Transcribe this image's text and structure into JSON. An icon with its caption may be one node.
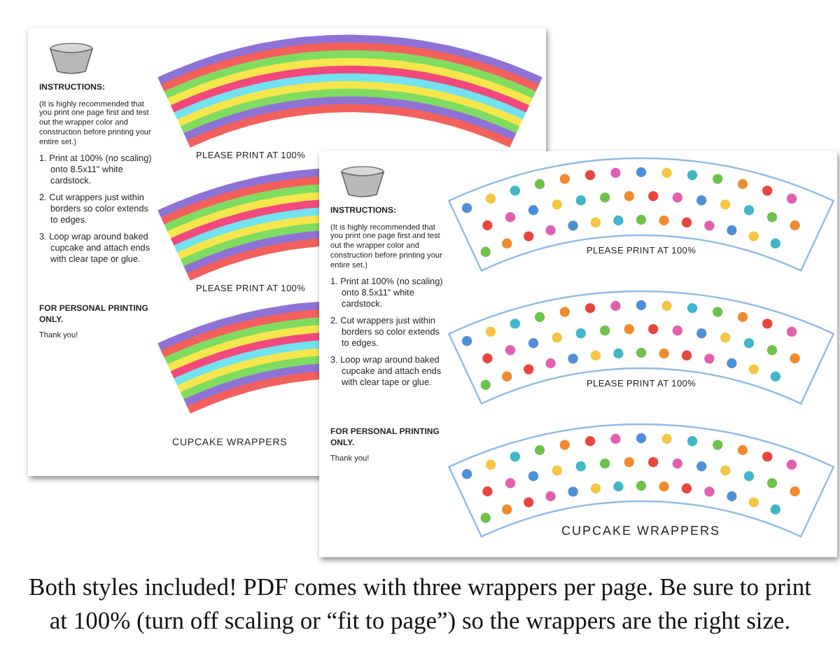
{
  "diagram": {
    "caption": "Both styles included! PDF comes with three wrappers per page. Be sure to print at 100% (turn off scaling or “fit to page”) so the wrappers are the right size.",
    "labels": [
      "INSTRUCTIONS:",
      "(It is highly recommended that you print one page first and test out the wrapper color and construction before printing your entire set.)",
      "1. Print at 100% (no scaling) onto 8.5x11\" white cardstock.",
      "2. Cut wrappers just within borders so color extends to edges.",
      "3. Loop wrap around baked cupcake and attach ends with clear tape or glue.",
      "FOR PERSONAL PRINTING ONLY.",
      "Thank you!",
      "PLEASE PRINT AT 100%",
      "PLEASE PRINT AT 100%",
      "CUPCAKE WRAPPERS",
      "INSTRUCTIONS:",
      "(It is highly recommended that you print one page first and test out the wrapper color and construction before printing your entire set.)",
      "1. Print at 100% (no scaling) onto 8.5x11\" white cardstock.",
      "2. Cut wrappers just within borders so color extends to edges.",
      "3. Loop wrap around baked cupcake and attach ends with clear tape or glue.",
      "FOR PERSONAL PRINTING ONLY.",
      "Thank you!",
      "PLEASE PRINT AT 100%",
      "PLEASE PRINT AT 100%",
      "CUPCAKE WRAPPERS"
    ]
  }
}
